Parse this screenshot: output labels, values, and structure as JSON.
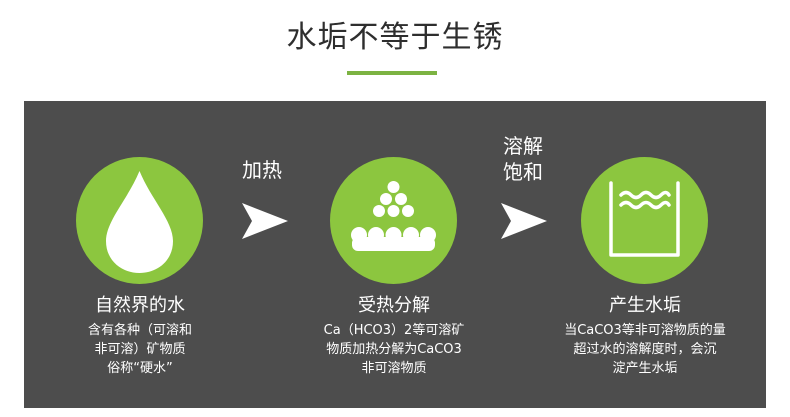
{
  "title": "水垢不等于生锈",
  "colors": {
    "accent": "#8cc63f",
    "panel": "#4d4d4d",
    "text_on_panel": "#ffffff"
  },
  "arrows": [
    {
      "label": "加热",
      "icon": "arrow-right-icon"
    },
    {
      "label_line1": "溶解",
      "label_line2": "饱和",
      "icon": "arrow-right-icon"
    }
  ],
  "steps": [
    {
      "icon": "water-drop-icon",
      "title": "自然界的水",
      "desc": [
        "含有各种（可溶和",
        "非可溶）矿物质",
        "俗称“硬水”"
      ]
    },
    {
      "icon": "minerals-heap-icon",
      "title": "受热分解",
      "desc": [
        "Ca（HCO3）2等可溶矿",
        "物质加热分解为CaCO3",
        "非可溶物质"
      ]
    },
    {
      "icon": "container-scale-icon",
      "title": "产生水垢",
      "desc": [
        "当CaCO3等非可溶物质的量",
        "超过水的溶解度时，会沉",
        "淀产生水垢"
      ]
    }
  ]
}
